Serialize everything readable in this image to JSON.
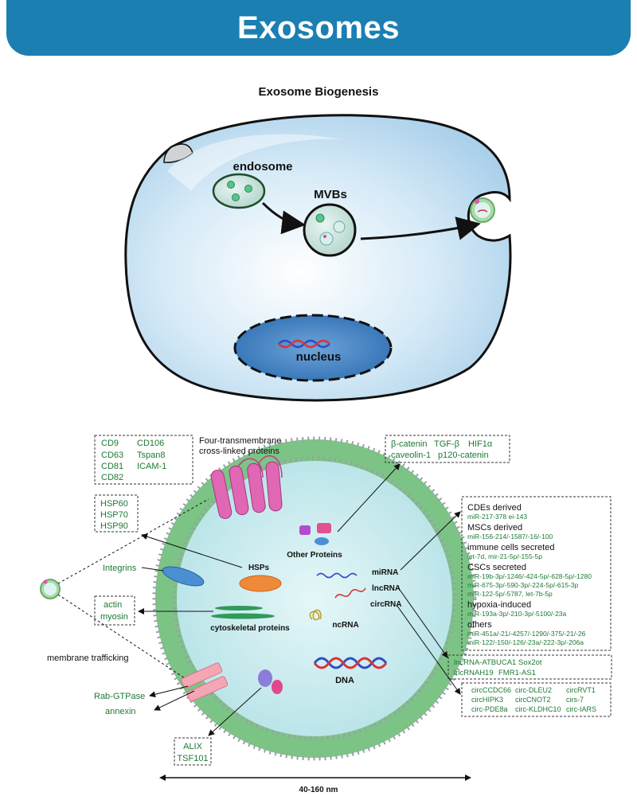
{
  "title": "Exosomes",
  "biogenesis": {
    "heading": "Exosome Biogenesis",
    "endosome": "endosome",
    "mvbs": "MVBs",
    "nucleus": "nucleus"
  },
  "tetraspanins": {
    "col1": [
      "CD9",
      "CD63",
      "CD81",
      "CD82"
    ],
    "col2": [
      "CD106",
      "Tspan8",
      "ICAM-1"
    ],
    "label_lines": [
      "Four-transmembrane",
      "cross-linked proteins"
    ]
  },
  "other_proteins": {
    "row1": [
      "β-catenin",
      "TGF-β",
      "HIF1α"
    ],
    "row2": [
      "caveolin-1",
      "p120-catenin"
    ],
    "label": "Other Proteins"
  },
  "hsps": {
    "items": [
      "HSP60",
      "HSP70",
      "HSP90"
    ],
    "label": "HSPs"
  },
  "integrins": "Integrins",
  "cytoskeletal": {
    "items": [
      "actin",
      "myosin"
    ],
    "label": "cytoskeletal proteins"
  },
  "membrane_trafficking": {
    "label": "membrane trafficking",
    "items": [
      "Rab-GTPase",
      "annexin"
    ]
  },
  "escrt": [
    "ALIX",
    "TSF101"
  ],
  "nucleic": {
    "mirna": "miRNA",
    "lncrna": "lncRNA",
    "circrna": "circRNA",
    "ncrna": "ncRNA",
    "dna": "DNA"
  },
  "mirna_box": [
    {
      "type": "head",
      "text": "CDEs derived"
    },
    {
      "type": "item",
      "text": "miR-217-378 ei-143"
    },
    {
      "type": "head",
      "text": "MSCs derived"
    },
    {
      "type": "item",
      "text": "miR-156-214/-1587/-16/-100"
    },
    {
      "type": "head",
      "text": "immune cells secreted"
    },
    {
      "type": "item",
      "text": "let-7d, mir-21-5p/-155-5p"
    },
    {
      "type": "head",
      "text": "CSCs secreted"
    },
    {
      "type": "item",
      "text": "miR-19b-3p/-1246/-424-5p/-628-5p/-1280"
    },
    {
      "type": "item",
      "text": "miR-675-3p/-590-3p/-224-5p/-615-3p"
    },
    {
      "type": "item",
      "text": "miR-122-5p/-5787, let-7b-5p"
    },
    {
      "type": "head",
      "text": "hypoxia-induced"
    },
    {
      "type": "item",
      "text": "miR-193a-3p/-210-3p/-5100/-23a"
    },
    {
      "type": "head",
      "text": "others"
    },
    {
      "type": "item",
      "text": "miR-451a/-21/-4257/-1290/-375/-21/-26"
    },
    {
      "type": "item",
      "text": "miR-122/-150/-126/-23a/-222-3p/-206a"
    }
  ],
  "lncrna_box": {
    "row1": [
      "lncRNA-ATB",
      "UCA1",
      "Sox2ot"
    ],
    "row2": [
      "lncRNAH19",
      "FMR1-AS1"
    ]
  },
  "circrna_box": {
    "col1": [
      "circCCDC66",
      "circHIPK3",
      "circ-PDE8a"
    ],
    "col2": [
      "circ-DLEU2",
      "circCNOT2",
      "circ-KLDHC10"
    ],
    "col3": [
      "circRVT1",
      "cirs-7",
      "circ-IARS"
    ]
  },
  "scale": "40-160 nm",
  "colors": {
    "title_bar": "#1b7fb2",
    "cell_fill": "#bcdcf1",
    "nucleus_fill": "#3f7fc2",
    "exosome_lumen": "#c6ebee",
    "membrane": "#7cc486",
    "green_text": "#1e7a34"
  }
}
